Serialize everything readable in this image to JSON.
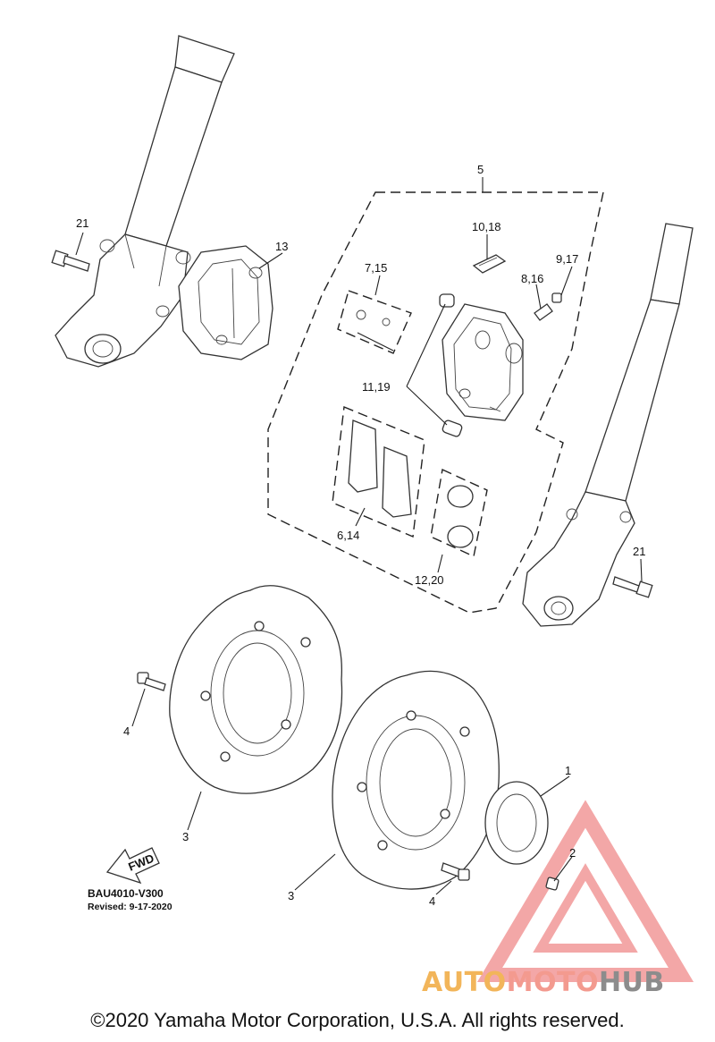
{
  "diagram": {
    "callouts": {
      "c21_left": "21",
      "c13": "13",
      "c5": "5",
      "c10_18": "10,18",
      "c9_17": "9,17",
      "c7_15": "7,15",
      "c8_16": "8,16",
      "c11_19": "11,19",
      "c6_14": "6,14",
      "c12_20": "12,20",
      "c21_right": "21",
      "c4_left": "4",
      "c3_left": "3",
      "c1": "1",
      "c2": "2",
      "c3_right": "3",
      "c4_right": "4"
    },
    "fwd_label": "FWD",
    "diagram_code": "BAU4010-V300",
    "revised": "Revised: 9-17-2020"
  },
  "copyright": "©2020 Yamaha Motor Corporation, U.S.A. All rights reserved.",
  "watermark": {
    "part1": "AUTO",
    "part2": "MOTO",
    "part3": "HUB",
    "colors": {
      "auto": "#f2b55a",
      "moto": "#f39a8f",
      "hub": "#8c8c8c",
      "triangle": "#f08a8a"
    }
  }
}
